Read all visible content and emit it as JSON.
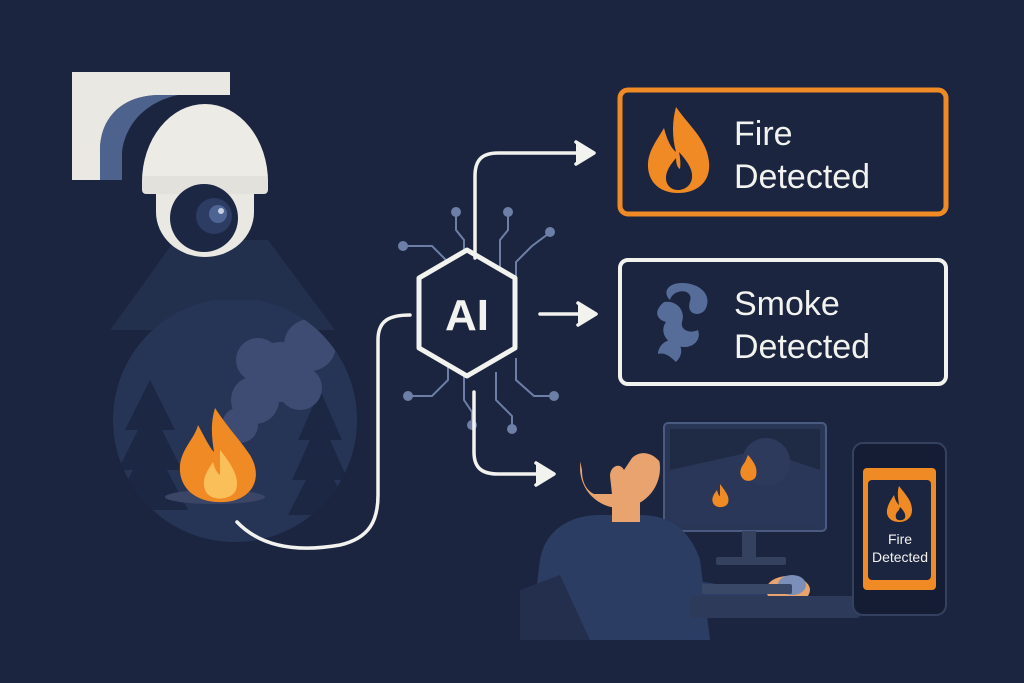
{
  "colors": {
    "background": "#1b2540",
    "accent_orange": "#f08a24",
    "white": "#f2f2ef",
    "flame_light": "#fbbf5a",
    "smoke": "#3e4c73",
    "shirt": "#2c3d63"
  },
  "center_node": {
    "label": "AI",
    "icon": "ai-hexagon-icon"
  },
  "alerts": [
    {
      "line1": "Fire",
      "line2": "Detected",
      "icon": "flame-icon"
    },
    {
      "line1": "Smoke",
      "line2": "Detected",
      "icon": "smoke-icon"
    }
  ],
  "phone": {
    "line1": "Fire",
    "line2": "Detected",
    "icon": "flame-icon"
  },
  "scene": {
    "camera_icon": "security-camera-icon",
    "forest_icon": "forest-fire-icon",
    "operator_icon": "operator-person-icon",
    "monitor_icon": "monitor-icon"
  }
}
